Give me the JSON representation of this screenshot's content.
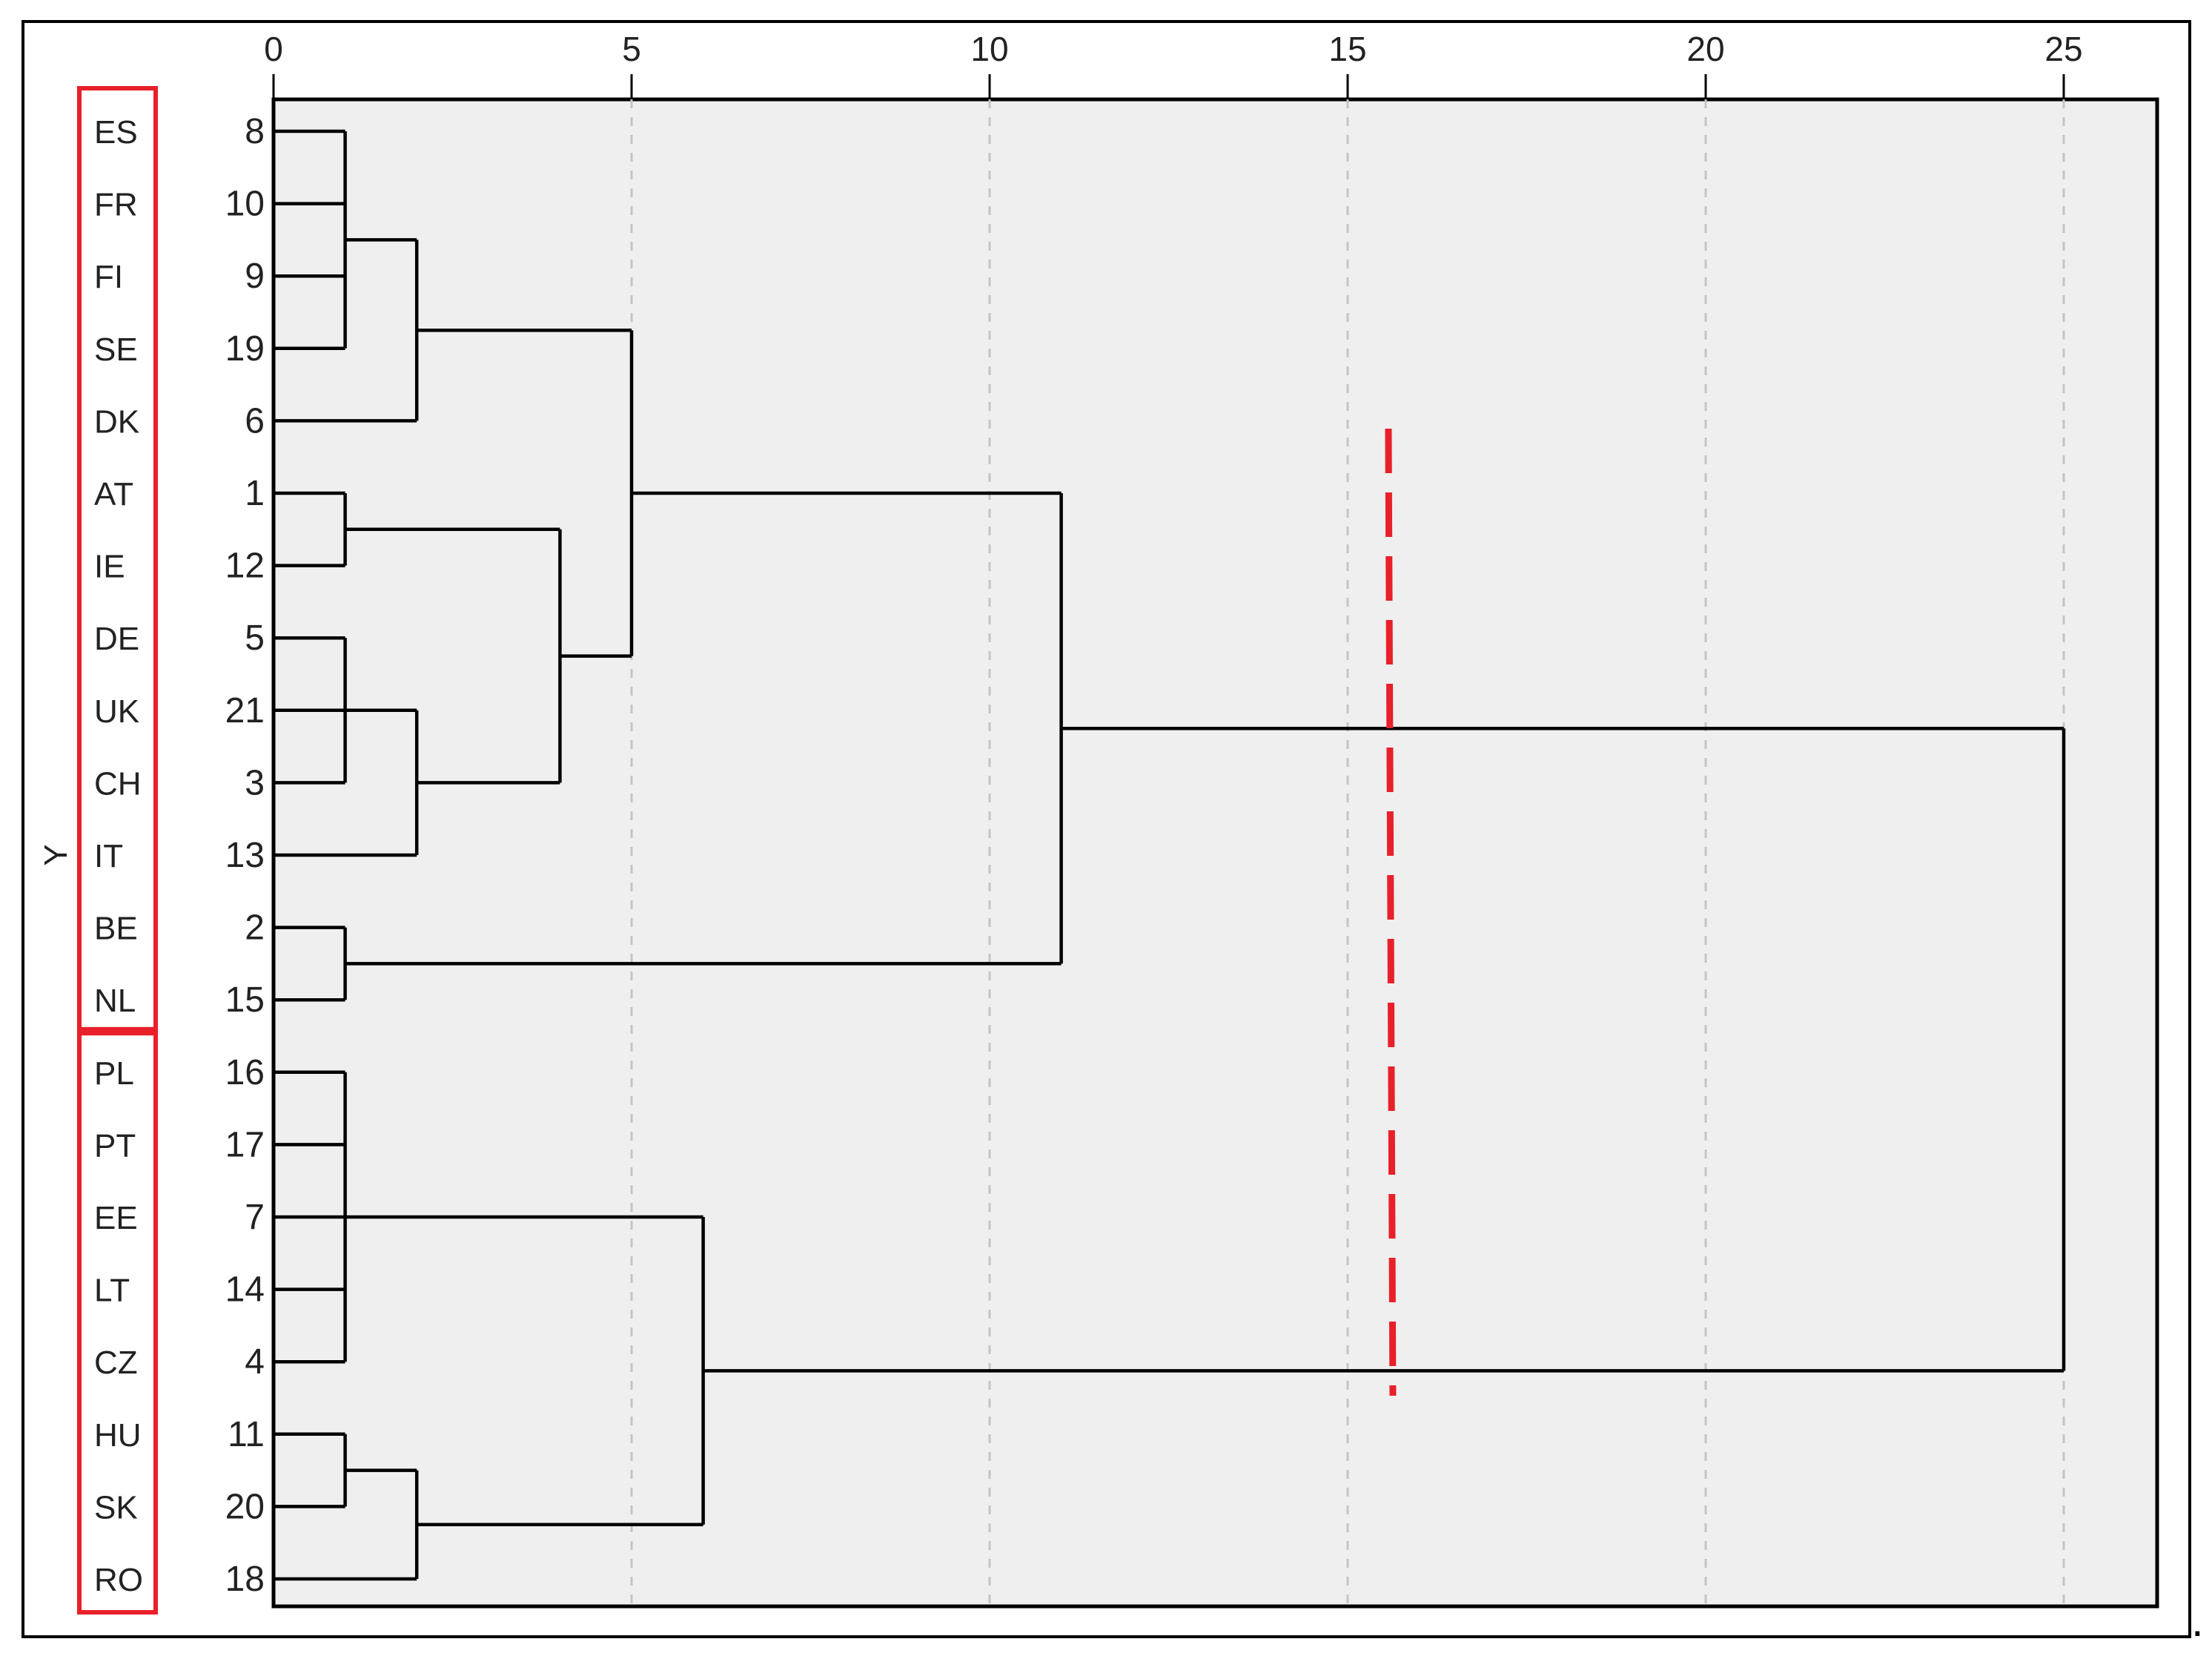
{
  "chart_data": {
    "type": "dendrogram",
    "x_ticks": [
      "0",
      "5",
      "10",
      "15",
      "20",
      "25"
    ],
    "xlim": [
      0,
      25
    ],
    "grid": "vertical dashed",
    "ylabel": "Y",
    "leaves": [
      {
        "case": "8",
        "country": "ES"
      },
      {
        "case": "10",
        "country": "FR"
      },
      {
        "case": "9",
        "country": "FI"
      },
      {
        "case": "19",
        "country": "SE"
      },
      {
        "case": "6",
        "country": "DK"
      },
      {
        "case": "1",
        "country": "AT"
      },
      {
        "case": "12",
        "country": "IE"
      },
      {
        "case": "5",
        "country": "DE"
      },
      {
        "case": "21",
        "country": "UK"
      },
      {
        "case": "3",
        "country": "CH"
      },
      {
        "case": "13",
        "country": "IT"
      },
      {
        "case": "2",
        "country": "BE"
      },
      {
        "case": "15",
        "country": "NL"
      },
      {
        "case": "16",
        "country": "PL"
      },
      {
        "case": "17",
        "country": "PT"
      },
      {
        "case": "7",
        "country": "EE"
      },
      {
        "case": "14",
        "country": "LT"
      },
      {
        "case": "4",
        "country": "CZ"
      },
      {
        "case": "11",
        "country": "HU"
      },
      {
        "case": "20",
        "country": "SK"
      },
      {
        "case": "18",
        "country": "RO"
      }
    ],
    "merges": [
      {
        "id": "A",
        "children": [
          "L0",
          "L1",
          "L2",
          "L3"
        ],
        "height": 1
      },
      {
        "id": "B",
        "children": [
          "A",
          "L4"
        ],
        "height": 2
      },
      {
        "id": "C",
        "children": [
          "L5",
          "L6"
        ],
        "height": 1
      },
      {
        "id": "D",
        "children": [
          "L7",
          "L8",
          "L9"
        ],
        "height": 1
      },
      {
        "id": "E",
        "children": [
          "D",
          "L10"
        ],
        "height": 2
      },
      {
        "id": "F",
        "children": [
          "C",
          "E"
        ],
        "height": 4
      },
      {
        "id": "G",
        "children": [
          "B",
          "F"
        ],
        "height": 5
      },
      {
        "id": "H",
        "children": [
          "L11",
          "L12"
        ],
        "height": 1
      },
      {
        "id": "I",
        "children": [
          "G",
          "H"
        ],
        "height": 11
      },
      {
        "id": "J",
        "children": [
          "L13",
          "L14",
          "L15",
          "L16",
          "L17"
        ],
        "height": 1
      },
      {
        "id": "K",
        "children": [
          "L18",
          "L19"
        ],
        "height": 1
      },
      {
        "id": "M",
        "children": [
          "K",
          "L20"
        ],
        "height": 2
      },
      {
        "id": "N",
        "children": [
          "J",
          "M"
        ],
        "height": 6
      },
      {
        "id": "ROOT",
        "children": [
          "I",
          "N"
        ],
        "height": 25
      }
    ],
    "groups": [
      {
        "leaf_range": [
          0,
          12
        ]
      },
      {
        "leaf_range": [
          13,
          20
        ]
      }
    ],
    "cut_height": 15.6,
    "trailing_mark": "."
  }
}
